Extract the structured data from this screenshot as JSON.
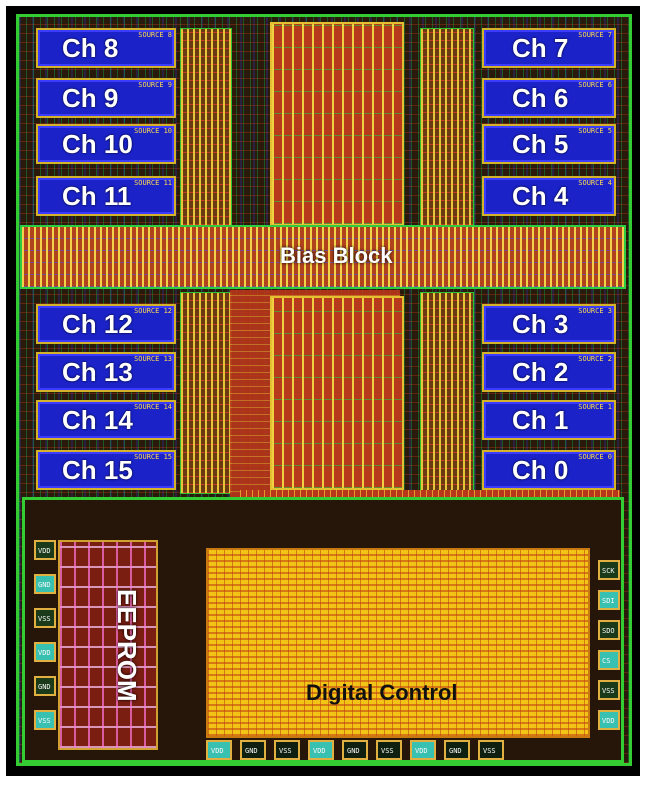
{
  "channels_left": [
    {
      "label": "Ch 8",
      "tag": "SOURCE 8"
    },
    {
      "label": "Ch 9",
      "tag": "SOURCE 9"
    },
    {
      "label": "Ch 10",
      "tag": "SOURCE 10"
    },
    {
      "label": "Ch 11",
      "tag": "SOURCE 11"
    },
    {
      "label": "Ch 12",
      "tag": "SOURCE 12"
    },
    {
      "label": "Ch 13",
      "tag": "SOURCE 13"
    },
    {
      "label": "Ch 14",
      "tag": "SOURCE 14"
    },
    {
      "label": "Ch 15",
      "tag": "SOURCE 15"
    }
  ],
  "channels_right": [
    {
      "label": "Ch 7",
      "tag": "SOURCE 7"
    },
    {
      "label": "Ch 6",
      "tag": "SOURCE 6"
    },
    {
      "label": "Ch 5",
      "tag": "SOURCE 5"
    },
    {
      "label": "Ch 4",
      "tag": "SOURCE 4"
    },
    {
      "label": "Ch 3",
      "tag": "SOURCE 3"
    },
    {
      "label": "Ch 2",
      "tag": "SOURCE 2"
    },
    {
      "label": "Ch 1",
      "tag": "SOURCE 1"
    },
    {
      "label": "Ch 0",
      "tag": "SOURCE 0"
    }
  ],
  "blocks": {
    "bias": "Bias Block",
    "eeprom": "EEPROM",
    "digital": "Digital Control"
  },
  "pads": {
    "left_side": [
      "VDD",
      "GND",
      "VSS",
      "VDD",
      "GND",
      "VSS"
    ],
    "right_side": [
      "SCK",
      "SDI",
      "SDO",
      "CS",
      "VSS",
      "VDD"
    ],
    "bottom": [
      "VDD",
      "GND",
      "VSS",
      "VDD",
      "GND",
      "VSS",
      "VDD",
      "GND",
      "VSS"
    ]
  },
  "colors": {
    "channel_fill": "#1a22c8",
    "digital_fill": "#f2c416",
    "metal_red": "#b83a1c",
    "border_green": "#33cc33"
  }
}
